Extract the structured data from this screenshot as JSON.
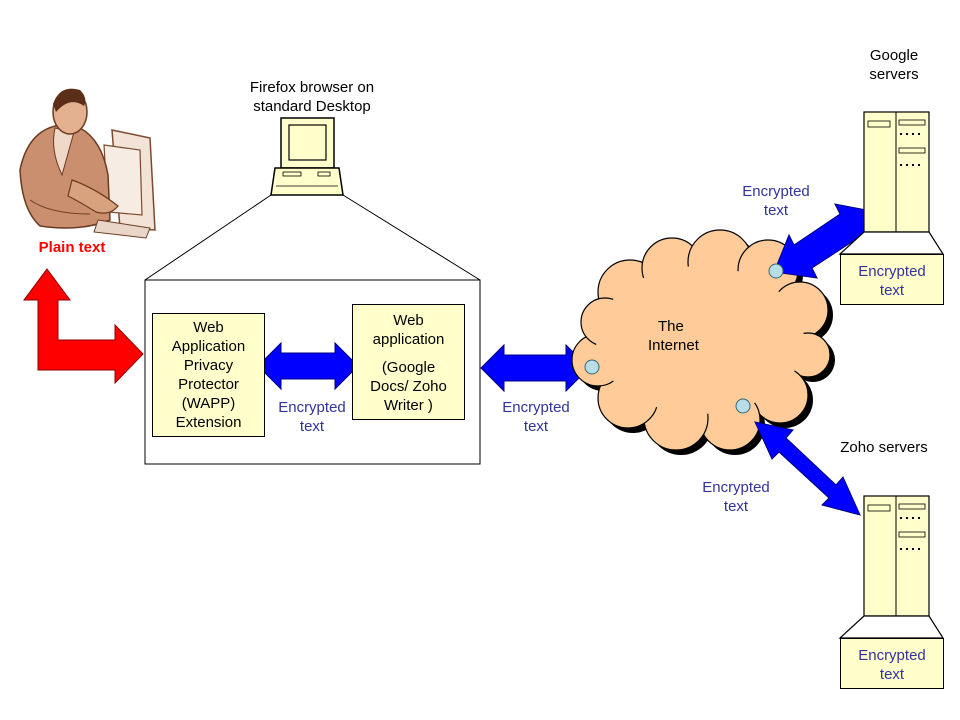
{
  "labels": {
    "plain_text": "Plain text",
    "firefox_line1": "Firefox browser on",
    "firefox_line2": "standard Desktop",
    "wapp_lines": [
      "Web",
      "Application",
      "Privacy",
      "Protector",
      "(WAPP)",
      "Extension"
    ],
    "webapp_line1": "Web",
    "webapp_line2": "application",
    "webapp_lines2": [
      "(Google",
      "Docs/ Zoho",
      "Writer )"
    ],
    "enc1_line1": "Encrypted",
    "enc1_line2": "text",
    "enc2_line1": "Encrypted",
    "enc2_line2": "text",
    "enc_google_line1": "Encrypted",
    "enc_google_line2": "text",
    "enc_zoho_line1": "Encrypted",
    "enc_zoho_line2": "text",
    "internet_line1": "The",
    "internet_line2": "Internet",
    "google_line1": "Google",
    "google_line2": "servers",
    "zoho_servers": "Zoho servers",
    "google_box_line1": "Encrypted",
    "google_box_line2": "text",
    "zoho_box_line1": "Encrypted",
    "zoho_box_line2": "text"
  },
  "colors": {
    "blue_arrow": "#0000ff",
    "red_arrow": "#ff0000",
    "cloud_fill": "#ffcc99",
    "box_fill": "#ffffcc",
    "encrypted_label": "#333399"
  }
}
